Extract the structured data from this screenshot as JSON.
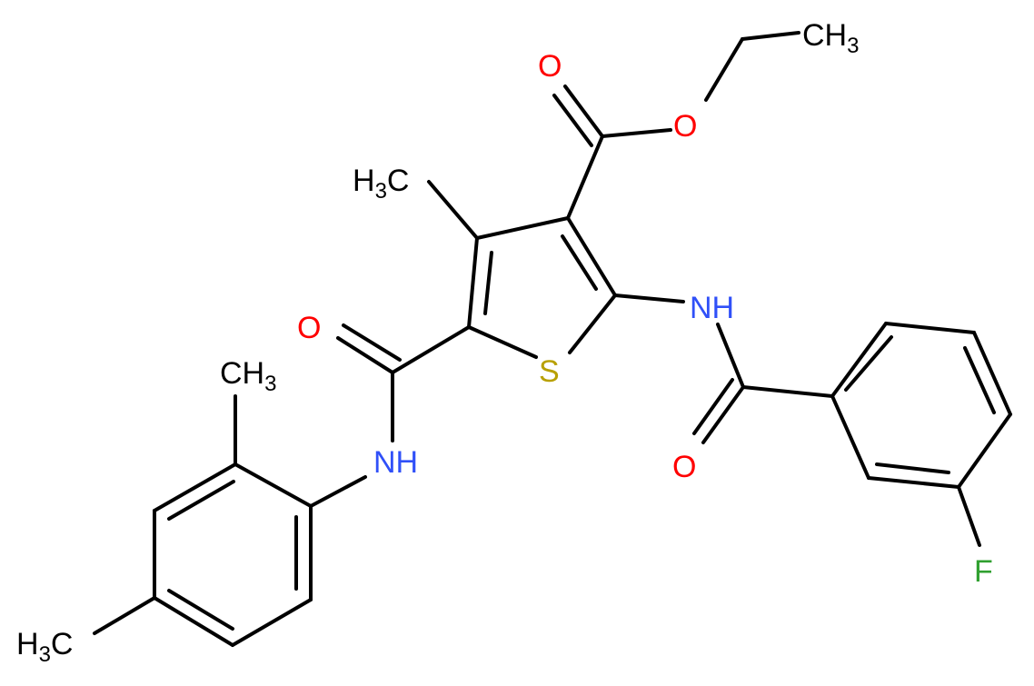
{
  "molecule": {
    "colors": {
      "carbon": "#000000",
      "oxygen": "#ff0000",
      "nitrogen": "#3050f8",
      "sulfur": "#b8a000",
      "fluorine": "#30a030"
    },
    "atom_labels": {
      "ch3_ethyl": {
        "main": "CH",
        "sub": "3"
      },
      "o_carbonyl_ester": {
        "main": "O"
      },
      "o_ester": {
        "main": "O"
      },
      "h3c_ring": {
        "main": "H",
        "sub": "3",
        "tail": "C"
      },
      "nh_right": {
        "main": "NH"
      },
      "s_ring": {
        "main": "S"
      },
      "o_amide_left": {
        "main": "O"
      },
      "ch3_aryl": {
        "main": "CH",
        "sub": "3"
      },
      "nh_left": {
        "main": "NH"
      },
      "o_amide_right": {
        "main": "O"
      },
      "f": {
        "main": "F"
      },
      "h3c_aryl": {
        "main": "H",
        "sub": "3",
        "tail": "C"
      }
    }
  }
}
